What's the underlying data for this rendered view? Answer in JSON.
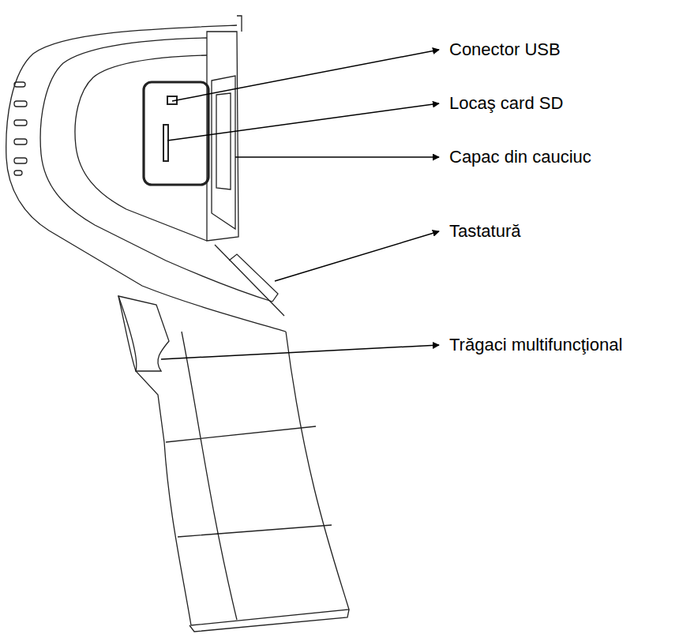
{
  "diagram": {
    "labels": [
      "Conector USB",
      "Locaş card SD",
      "Capac din cauciuc",
      "Tastatură",
      "Trăgaci multifuncţional"
    ]
  }
}
